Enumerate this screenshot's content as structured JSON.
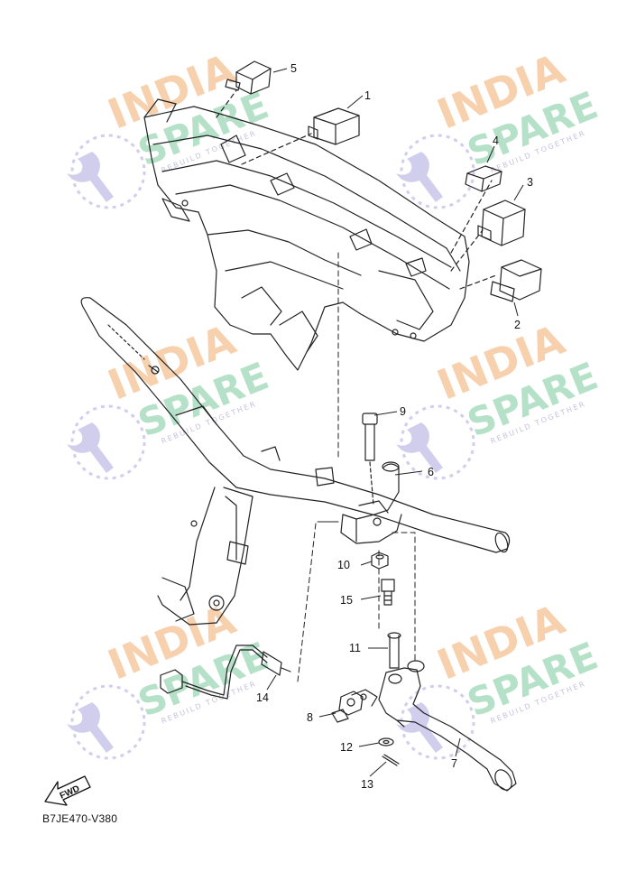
{
  "diagram": {
    "code": "B7JE470-V380",
    "fwd_label": "FWD",
    "callouts": [
      {
        "id": "c1",
        "label": "1"
      },
      {
        "id": "c2",
        "label": "2"
      },
      {
        "id": "c3",
        "label": "3"
      },
      {
        "id": "c4",
        "label": "4"
      },
      {
        "id": "c5",
        "label": "5"
      },
      {
        "id": "c6",
        "label": "6"
      },
      {
        "id": "c7",
        "label": "7"
      },
      {
        "id": "c8",
        "label": "8"
      },
      {
        "id": "c9",
        "label": "9"
      },
      {
        "id": "c10",
        "label": "10"
      },
      {
        "id": "c11",
        "label": "11"
      },
      {
        "id": "c12",
        "label": "12"
      },
      {
        "id": "c13",
        "label": "13"
      },
      {
        "id": "c14",
        "label": "14"
      },
      {
        "id": "c15",
        "label": "15"
      }
    ]
  },
  "watermark": {
    "line1": "INDIA",
    "line2": "SPARE",
    "tagline": "REBUILD TOGETHER",
    "colors": {
      "india": "#f6c9a0",
      "spare": "#a9dcc0",
      "logo": "#c9c6ea"
    }
  }
}
